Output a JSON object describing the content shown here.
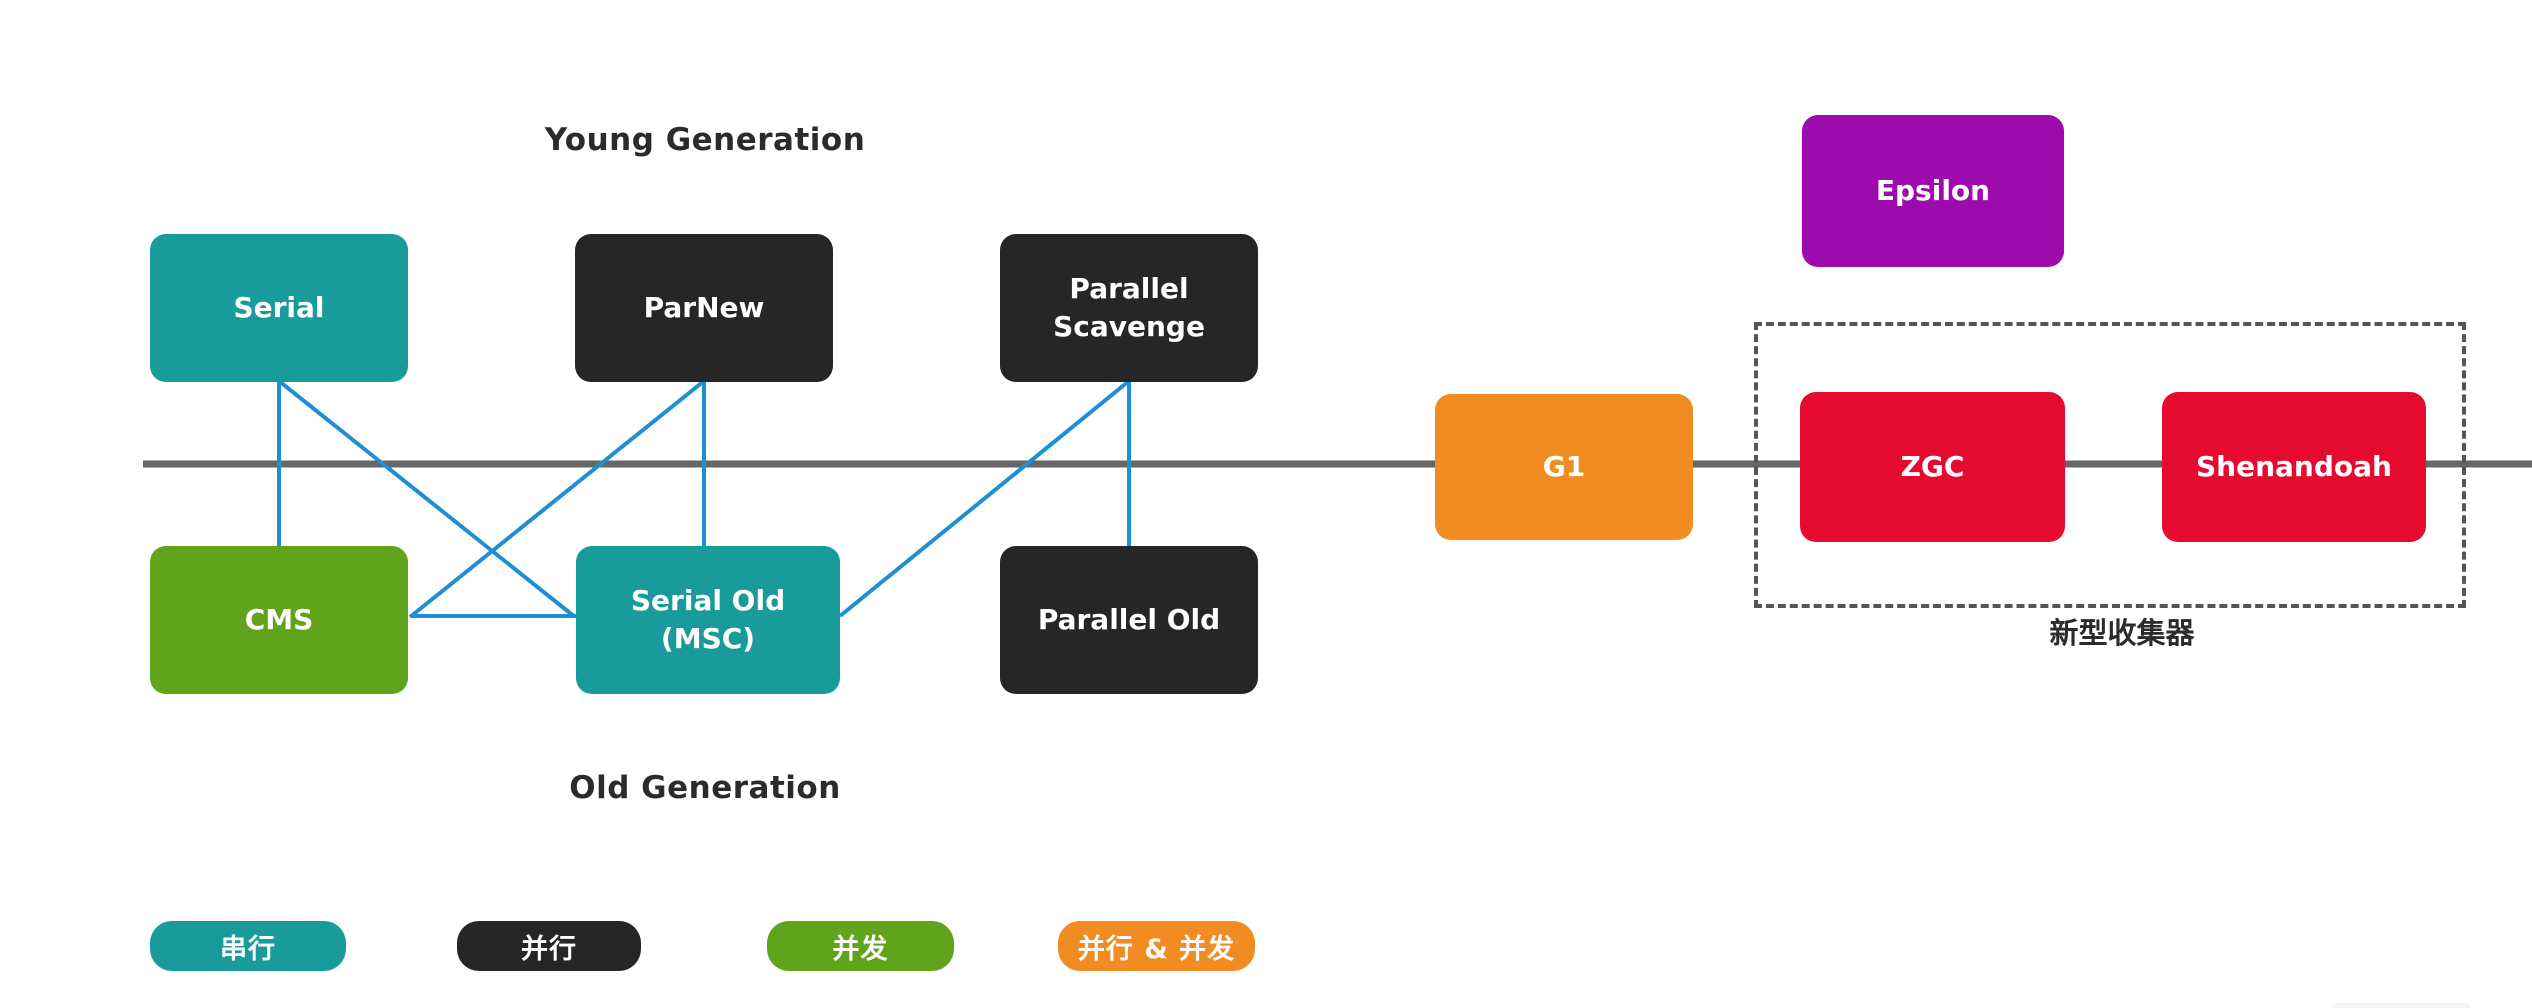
{
  "diagram": {
    "titles": {
      "young_generation": "Young Generation",
      "old_generation": "Old Generation"
    },
    "nodes": {
      "serial": {
        "label": "Serial",
        "color": "teal"
      },
      "parnew": {
        "label": "ParNew",
        "color": "dark"
      },
      "parallel_scavenge": {
        "label": "Parallel Scavenge",
        "color": "dark"
      },
      "cms": {
        "label": "CMS",
        "color": "green"
      },
      "serial_old": {
        "label": "Serial Old",
        "sublabel": "(MSC)",
        "color": "teal"
      },
      "parallel_old": {
        "label": "Parallel Old",
        "color": "dark"
      },
      "g1": {
        "label": "G1",
        "color": "orange"
      },
      "epsilon": {
        "label": "Epsilon",
        "color": "purple"
      },
      "zgc": {
        "label": "ZGC",
        "color": "red"
      },
      "shenandoah": {
        "label": "Shenandoah",
        "color": "red"
      }
    },
    "group": {
      "label": "新型收集器"
    },
    "legend": {
      "serial_badge": {
        "label": "串行",
        "color": "teal"
      },
      "parallel_badge": {
        "label": "并行",
        "color": "dark"
      },
      "concurrent_badge": {
        "label": "并发",
        "color": "green"
      },
      "parallel_concurrent_badge": {
        "label": "并行 & 并发",
        "color": "orange"
      }
    },
    "colors": {
      "teal": "#1a9b9b",
      "dark": "#262626",
      "green": "#5fa41b",
      "orange": "#f08c21",
      "purple": "#9d0aae",
      "red": "#e60a2e",
      "edge": "#1e8fd5",
      "timeline": "#666666"
    }
  }
}
